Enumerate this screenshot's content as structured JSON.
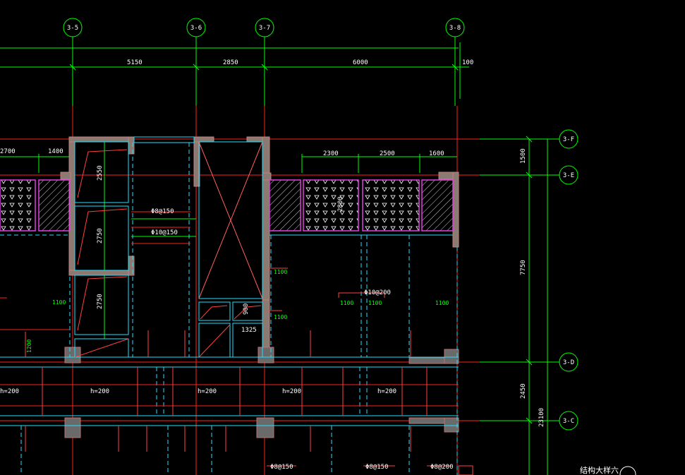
{
  "axes_top": [
    "3-5",
    "3-6",
    "3-7",
    "3-8"
  ],
  "axes_right": [
    "3-F",
    "3-E",
    "3-D",
    "3-C"
  ],
  "top_dims": [
    "5150",
    "2850",
    "6000",
    "100"
  ],
  "sub_dims_left": [
    "2700",
    "1400"
  ],
  "sub_dims_right": [
    "2300",
    "2500",
    "1600"
  ],
  "right_dims": [
    "1500",
    "7750",
    "2450",
    "23100"
  ],
  "stair_dims": [
    "2550",
    "2750",
    "2750"
  ],
  "rebar_labels": [
    "Φ8@150",
    "Φ10@150",
    "Φ10@200",
    "Φ8@150",
    "Φ8@150",
    "Φ8@200"
  ],
  "slab_thk": [
    "h=200",
    "h=200",
    "h=200",
    "h=200",
    "h=200"
  ],
  "misc_dims": [
    "1325",
    "900",
    "2800",
    "1100"
  ],
  "cell_labels": [
    "1100",
    "1100",
    "1100",
    "1100",
    "1100",
    "1100",
    "1200"
  ],
  "bottom_text": "结构大样六"
}
